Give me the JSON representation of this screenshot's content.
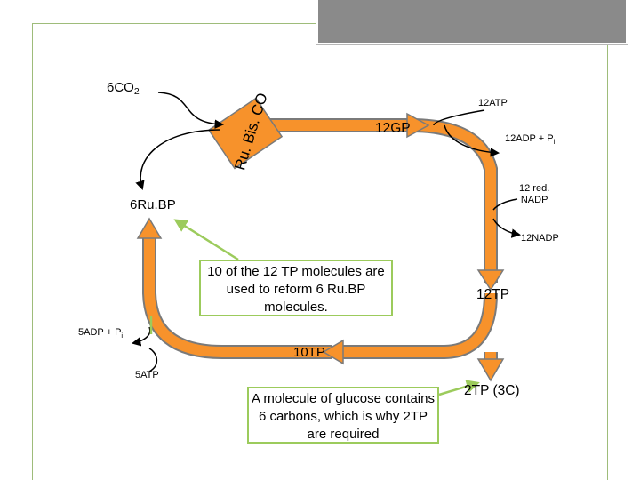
{
  "colors": {
    "cycle_arrow": "#f7922b",
    "cycle_arrow_outline": "#7a7a7a",
    "enzyme_box": "#f7922b",
    "callout_border": "#9ccb5c",
    "frame_border": "#9ebc7a",
    "top_bar": "#8a8a8a"
  },
  "enzyme": {
    "label": "Ru. Bis. CO"
  },
  "inputs": {
    "co2": {
      "prefix": "6CO",
      "subscript": "2"
    },
    "atp_12": "12ATP",
    "adp_12": {
      "prefix": "12ADP + P",
      "subscript": "i"
    },
    "red_nadp_line1": "12 red.",
    "red_nadp_line2": "NADP",
    "nadp_12": "12NADP",
    "adp_5": {
      "prefix": "5ADP + P",
      "subscript": "i"
    },
    "atp_5": "5ATP"
  },
  "molecules": {
    "gp_12": "12GP",
    "rubp_6": "6Ru.BP",
    "tp_12": "12TP",
    "tp_10": "10TP",
    "tp_2": "2TP (3C)"
  },
  "callouts": {
    "reform": "10 of the 12 TP molecules are used to reform 6 Ru.BP molecules.",
    "glucose": "A molecule of glucose contains 6 carbons, which is why 2TP are required"
  }
}
